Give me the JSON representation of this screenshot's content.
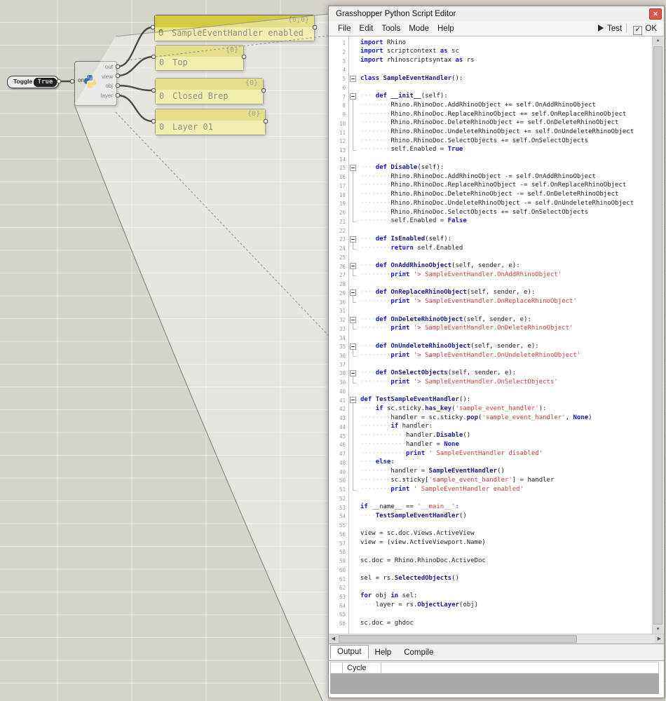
{
  "canvas": {
    "toggle": {
      "label": "Toggle",
      "value": "True"
    },
    "component": {
      "input_label": "on",
      "output_labels": [
        "out",
        "view",
        "obj",
        "layer"
      ]
    },
    "panels": [
      {
        "index": "0",
        "text": "SampleEventHandler enabled",
        "path_tag": "{0;0}"
      },
      {
        "index": "0",
        "text": "Top",
        "path_tag": "{0}"
      },
      {
        "index": "0",
        "text": "Closed Brep",
        "path_tag": "{0}"
      },
      {
        "index": "0",
        "text": "Layer 01",
        "path_tag": "{0}"
      }
    ]
  },
  "editor": {
    "title": "Grasshopper Python Script Editor",
    "close_label": "✕",
    "menus": [
      "File",
      "Edit",
      "Tools",
      "Mode",
      "Help"
    ],
    "test_button": "Test",
    "ok_button": "OK",
    "check_glyph": "✓",
    "output_tabs": [
      "Output",
      "Help",
      "Compile"
    ],
    "active_tab": "Output",
    "grid_column_header": "Cycle",
    "scroll": {
      "up": "▲",
      "down": "▼",
      "left": "◀",
      "right": "▶"
    },
    "code": {
      "fold_lines": [
        5,
        7,
        15,
        23,
        26,
        29,
        32,
        35,
        38,
        41
      ],
      "fold_ranges": [
        [
          7,
          13
        ],
        [
          15,
          21
        ],
        [
          23,
          24
        ],
        [
          26,
          27
        ],
        [
          29,
          30
        ],
        [
          32,
          33
        ],
        [
          35,
          36
        ],
        [
          38,
          39
        ],
        [
          41,
          51
        ]
      ],
      "lines": [
        [
          [
            "k",
            "import"
          ],
          [
            "p",
            " Rhino"
          ]
        ],
        [
          [
            "k",
            "import"
          ],
          [
            "p",
            " scriptcontext "
          ],
          [
            "k",
            "as"
          ],
          [
            "p",
            " sc"
          ]
        ],
        [
          [
            "k",
            "import"
          ],
          [
            "p",
            " rhinoscriptsyntax "
          ],
          [
            "k",
            "as"
          ],
          [
            "p",
            " rs"
          ]
        ],
        [],
        [
          [
            "k",
            "class"
          ],
          [
            "p",
            " "
          ],
          [
            "n",
            "SampleEventHandler"
          ],
          [
            "p",
            "():"
          ]
        ],
        [],
        [
          [
            "w",
            "····"
          ],
          [
            "k",
            "def"
          ],
          [
            "p",
            " "
          ],
          [
            "n",
            "__init__"
          ],
          [
            "p",
            "(self):"
          ]
        ],
        [
          [
            "w",
            "········"
          ],
          [
            "p",
            "Rhino.RhinoDoc.AddRhinoObject += self.OnAddRhinoObject"
          ]
        ],
        [
          [
            "w",
            "········"
          ],
          [
            "p",
            "Rhino.RhinoDoc.ReplaceRhinoObject += self.OnReplaceRhinoObject"
          ]
        ],
        [
          [
            "w",
            "········"
          ],
          [
            "p",
            "Rhino.RhinoDoc.DeleteRhinoObject += self.OnDeleteRhinoObject"
          ]
        ],
        [
          [
            "w",
            "········"
          ],
          [
            "p",
            "Rhino.RhinoDoc.UndeleteRhinoObject += self.OnUndeleteRhinoObject"
          ]
        ],
        [
          [
            "w",
            "········"
          ],
          [
            "p",
            "Rhino.RhinoDoc.SelectObjects += self.OnSelectObjects"
          ]
        ],
        [
          [
            "w",
            "········"
          ],
          [
            "p",
            "self.Enabled = "
          ],
          [
            "k",
            "True"
          ]
        ],
        [],
        [
          [
            "w",
            "····"
          ],
          [
            "k",
            "def"
          ],
          [
            "p",
            " "
          ],
          [
            "n",
            "Disable"
          ],
          [
            "p",
            "(self):"
          ]
        ],
        [
          [
            "w",
            "········"
          ],
          [
            "p",
            "Rhino.RhinoDoc.AddRhinoObject -= self.OnAddRhinoObject"
          ]
        ],
        [
          [
            "w",
            "········"
          ],
          [
            "p",
            "Rhino.RhinoDoc.ReplaceRhinoObject -= self.OnReplaceRhinoObject"
          ]
        ],
        [
          [
            "w",
            "········"
          ],
          [
            "p",
            "Rhino.RhinoDoc.DeleteRhinoObject -= self.OnDeleteRhinoObject"
          ]
        ],
        [
          [
            "w",
            "········"
          ],
          [
            "p",
            "Rhino.RhinoDoc.UndeleteRhinoObject -= self.OnUndeleteRhinoObject"
          ]
        ],
        [
          [
            "w",
            "········"
          ],
          [
            "p",
            "Rhino.RhinoDoc.SelectObjects += self.OnSelectObjects"
          ]
        ],
        [
          [
            "w",
            "········"
          ],
          [
            "p",
            "self.Enabled = "
          ],
          [
            "k",
            "False"
          ]
        ],
        [],
        [
          [
            "w",
            "····"
          ],
          [
            "k",
            "def"
          ],
          [
            "p",
            " "
          ],
          [
            "n",
            "IsEnabled"
          ],
          [
            "p",
            "(self):"
          ]
        ],
        [
          [
            "w",
            "········"
          ],
          [
            "k",
            "return"
          ],
          [
            "p",
            " self.Enabled"
          ]
        ],
        [],
        [
          [
            "w",
            "····"
          ],
          [
            "k",
            "def"
          ],
          [
            "p",
            " "
          ],
          [
            "n",
            "OnAddRhinoObject"
          ],
          [
            "p",
            "(self, sender, e):"
          ]
        ],
        [
          [
            "w",
            "········"
          ],
          [
            "k",
            "print"
          ],
          [
            "p",
            " "
          ],
          [
            "s",
            "'> SampleEventHandler.OnAddRhinoObject'"
          ]
        ],
        [],
        [
          [
            "w",
            "····"
          ],
          [
            "k",
            "def"
          ],
          [
            "p",
            " "
          ],
          [
            "n",
            "OnReplaceRhinoObject"
          ],
          [
            "p",
            "(self, sender, e):"
          ]
        ],
        [
          [
            "w",
            "········"
          ],
          [
            "k",
            "print"
          ],
          [
            "p",
            " "
          ],
          [
            "s",
            "'> SampleEventHandler.OnReplaceRhinoObject'"
          ]
        ],
        [],
        [
          [
            "w",
            "····"
          ],
          [
            "k",
            "def"
          ],
          [
            "p",
            " "
          ],
          [
            "n",
            "OnDeleteRhinoObject"
          ],
          [
            "p",
            "(self, sender, e):"
          ]
        ],
        [
          [
            "w",
            "········"
          ],
          [
            "k",
            "print"
          ],
          [
            "p",
            " "
          ],
          [
            "s",
            "'> SampleEventHandler.OnDeleteRhinoObject'"
          ]
        ],
        [],
        [
          [
            "w",
            "····"
          ],
          [
            "k",
            "def"
          ],
          [
            "p",
            " "
          ],
          [
            "n",
            "OnUndeleteRhinoObject"
          ],
          [
            "p",
            "(self, sender, e):"
          ]
        ],
        [
          [
            "w",
            "········"
          ],
          [
            "k",
            "print"
          ],
          [
            "p",
            " "
          ],
          [
            "s",
            "'> SampleEventHandler.OnUndeleteRhinoObject'"
          ]
        ],
        [],
        [
          [
            "w",
            "····"
          ],
          [
            "k",
            "def"
          ],
          [
            "p",
            " "
          ],
          [
            "n",
            "OnSelectObjects"
          ],
          [
            "p",
            "(self, sender, e):"
          ]
        ],
        [
          [
            "w",
            "········"
          ],
          [
            "k",
            "print"
          ],
          [
            "p",
            " "
          ],
          [
            "s",
            "'> SampleEventHandler.OnSelectObjects'"
          ]
        ],
        [],
        [
          [
            "k",
            "def"
          ],
          [
            "p",
            " "
          ],
          [
            "n",
            "TestSampleEventHandler"
          ],
          [
            "p",
            "():"
          ]
        ],
        [
          [
            "w",
            "····"
          ],
          [
            "k",
            "if"
          ],
          [
            "p",
            " sc.sticky."
          ],
          [
            "n",
            "has_key"
          ],
          [
            "p",
            "("
          ],
          [
            "s",
            "'sample_event_handler'"
          ],
          [
            "p",
            "):"
          ]
        ],
        [
          [
            "w",
            "········"
          ],
          [
            "p",
            "handler = sc.sticky."
          ],
          [
            "n",
            "pop"
          ],
          [
            "p",
            "("
          ],
          [
            "s",
            "'sample_event_handler'"
          ],
          [
            "p",
            ", "
          ],
          [
            "k",
            "None"
          ],
          [
            "p",
            ")"
          ]
        ],
        [
          [
            "w",
            "········"
          ],
          [
            "k",
            "if"
          ],
          [
            "p",
            " handler:"
          ]
        ],
        [
          [
            "w",
            "············"
          ],
          [
            "p",
            "handler."
          ],
          [
            "n",
            "Disable"
          ],
          [
            "p",
            "()"
          ]
        ],
        [
          [
            "w",
            "············"
          ],
          [
            "p",
            "handler = "
          ],
          [
            "k",
            "None"
          ]
        ],
        [
          [
            "w",
            "············"
          ],
          [
            "k",
            "print"
          ],
          [
            "p",
            " "
          ],
          [
            "s",
            "' SampleEventHandler disabled'"
          ]
        ],
        [
          [
            "w",
            "····"
          ],
          [
            "k",
            "else"
          ],
          [
            "p",
            ":"
          ]
        ],
        [
          [
            "w",
            "········"
          ],
          [
            "p",
            "handler = "
          ],
          [
            "n",
            "SampleEventHandler"
          ],
          [
            "p",
            "()"
          ]
        ],
        [
          [
            "w",
            "········"
          ],
          [
            "p",
            "sc.sticky["
          ],
          [
            "s",
            "'sample_event_handler'"
          ],
          [
            "p",
            "] = handler"
          ]
        ],
        [
          [
            "w",
            "········"
          ],
          [
            "k",
            "print"
          ],
          [
            "p",
            " "
          ],
          [
            "s",
            "' SampleEventHandler enabled'"
          ]
        ],
        [],
        [
          [
            "k",
            "if"
          ],
          [
            "p",
            " __name__ == "
          ],
          [
            "s",
            "'__main__'"
          ],
          [
            "p",
            ":"
          ]
        ],
        [
          [
            "w",
            "····"
          ],
          [
            "n",
            "TestSampleEventHandler"
          ],
          [
            "p",
            "()"
          ]
        ],
        [],
        [
          [
            "p",
            "view = sc.doc.Views.ActiveView"
          ]
        ],
        [
          [
            "p",
            "view = (view.ActiveViewport.Name)"
          ]
        ],
        [],
        [
          [
            "p",
            "sc.doc = Rhino.RhinoDoc.ActiveDoc"
          ]
        ],
        [],
        [
          [
            "p",
            "sel = rs."
          ],
          [
            "n",
            "SelectedObjects"
          ],
          [
            "p",
            "()"
          ]
        ],
        [],
        [
          [
            "k",
            "for"
          ],
          [
            "p",
            " obj "
          ],
          [
            "k",
            "in"
          ],
          [
            "p",
            " sel:"
          ]
        ],
        [
          [
            "w",
            "····"
          ],
          [
            "p",
            "layer = rs."
          ],
          [
            "n",
            "ObjectLayer"
          ],
          [
            "p",
            "(obj)"
          ]
        ],
        [],
        [
          [
            "p",
            "sc.doc = ghdoc"
          ]
        ]
      ]
    }
  },
  "colors": {
    "keyword": "#1414d2",
    "name": "#1a1a8c",
    "string": "#cc3b3b",
    "panel_header_yellow": "#d2cc44",
    "panel_body_yellow": "#e9e57f",
    "canvas_bg": "#d6d3cb",
    "close_red": "#dd5448"
  }
}
